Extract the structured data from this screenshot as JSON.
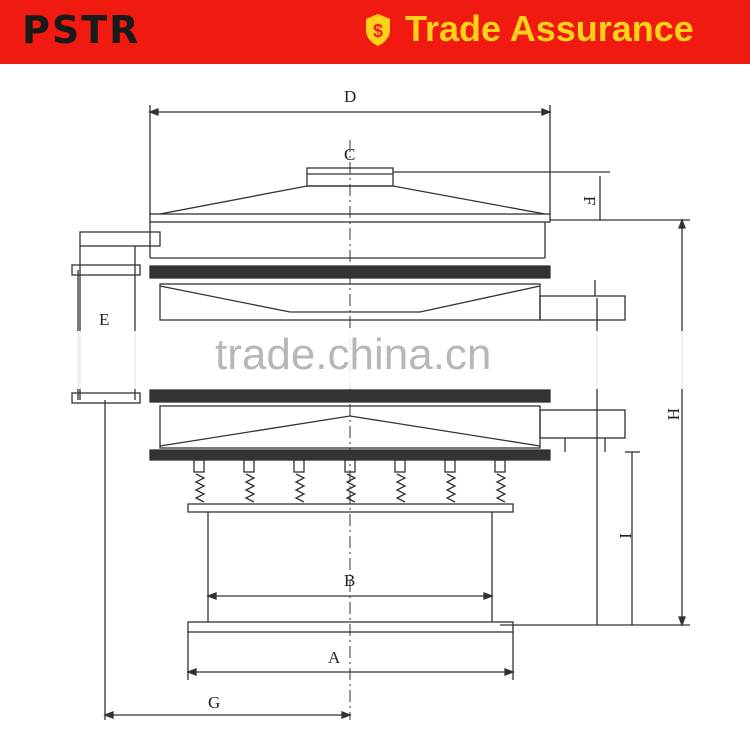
{
  "banner": {
    "logo": "PSTR",
    "trade_assurance": "Trade Assurance",
    "color_banner": "#f01a10",
    "color_gold": "#ffd21a"
  },
  "drawing": {
    "labels": {
      "A": "A",
      "B": "B",
      "C": "C",
      "D": "D",
      "E": "E",
      "F": "F",
      "G": "G",
      "H": "H",
      "I": "I"
    }
  },
  "watermark": {
    "text": "trade.china.cn"
  }
}
